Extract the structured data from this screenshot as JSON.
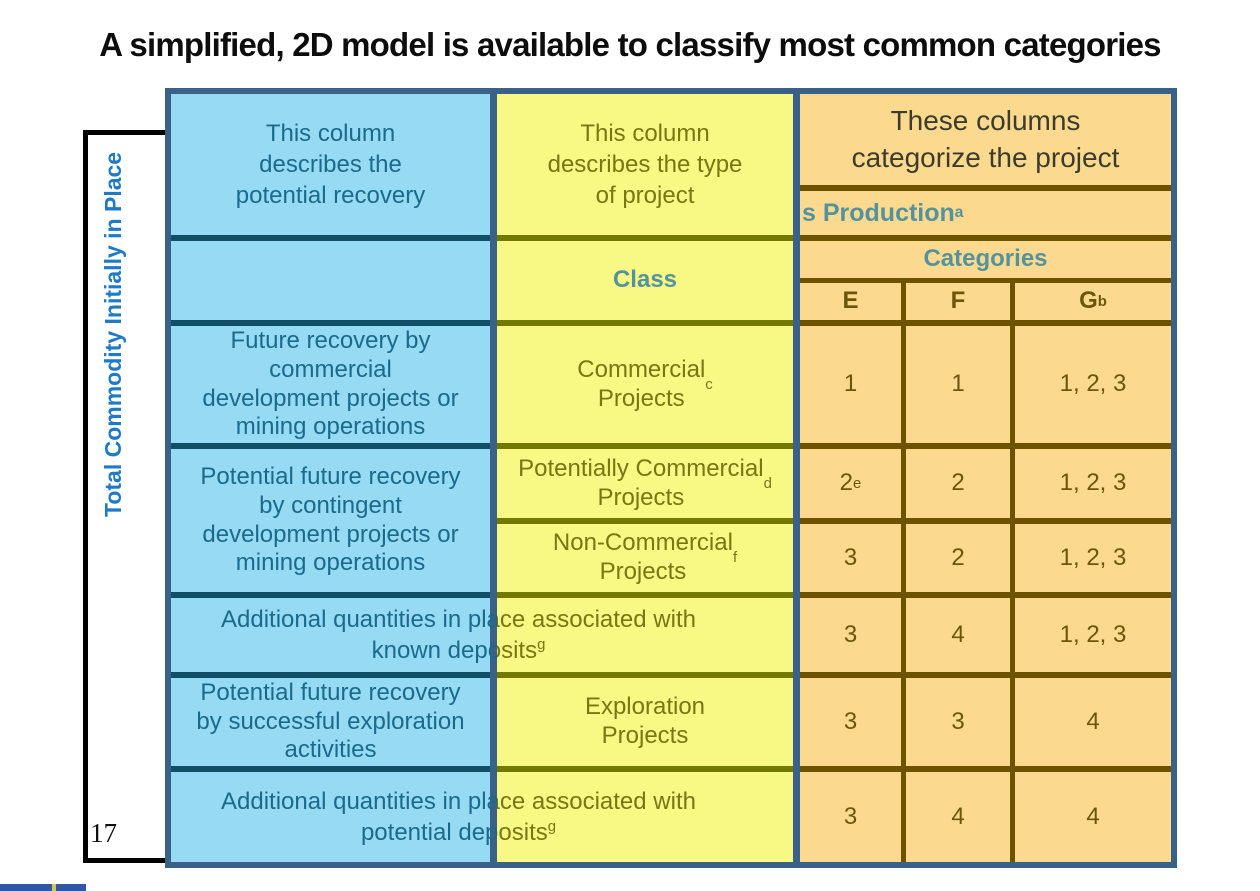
{
  "slide": {
    "title": "A simplified, 2D model is available to classify most common categories",
    "page_number": "17"
  },
  "left_axis": {
    "label": "Total Commodity Initially in Place"
  },
  "table": {
    "column_headers": {
      "recovery": "This column\ndescribes the\npotential recovery",
      "project_type": "This column\ndescribes the type\nof project",
      "categorize": "These columns\ncategorize the project"
    },
    "production_row": {
      "text": "s Production",
      "sup": "a"
    },
    "class_label": "Class",
    "categories_label": "Categories",
    "category_columns": [
      {
        "label": "E"
      },
      {
        "label": "F"
      },
      {
        "label": "G",
        "sup": "b"
      }
    ],
    "rows": [
      {
        "recovery": "Future recovery by\ncommercial\ndevelopment projects or\nmining operations",
        "class": {
          "text": "Commercial\nProjects",
          "sup": "c"
        },
        "e": {
          "text": "1"
        },
        "f": {
          "text": "1"
        },
        "g": {
          "text": "1, 2, 3"
        }
      },
      {
        "recovery": "Potential future recovery\nby contingent\ndevelopment projects or\nmining operations",
        "class": {
          "text": "Potentially Commercial\nProjects",
          "sup": "d"
        },
        "e": {
          "text": "2",
          "sup": "e"
        },
        "f": {
          "text": "2"
        },
        "g": {
          "text": "1, 2, 3"
        }
      },
      {
        "class": {
          "text": "Non-Commercial\nProjects",
          "sup": "f"
        },
        "e": {
          "text": "3"
        },
        "f": {
          "text": "2"
        },
        "g": {
          "text": "1, 2, 3"
        }
      },
      {
        "span": {
          "line1": "Additional quantities in place associated with",
          "line2": "known deposits",
          "sup": "g"
        },
        "e": {
          "text": "3"
        },
        "f": {
          "text": "4"
        },
        "g": {
          "text": "1, 2, 3"
        }
      },
      {
        "recovery": "Potential future recovery\nby successful exploration\nactivities",
        "class": {
          "text": "Exploration\nProjects"
        },
        "e": {
          "text": "3"
        },
        "f": {
          "text": "3"
        },
        "g": {
          "text": "4"
        }
      },
      {
        "span": {
          "line1": "Additional quantities in place associated with",
          "line2": "potential deposits",
          "sup": "g"
        },
        "e": {
          "text": "3"
        },
        "f": {
          "text": "4"
        },
        "g": {
          "text": "4"
        }
      }
    ]
  },
  "colors": {
    "title_color": "#0d0d0d",
    "blue_fill": "#97daf3",
    "yellow_fill": "#f8f985",
    "orange_fill": "#fbd98f",
    "frame": "#3a6288",
    "teal_border": "#114f68",
    "olive_border": "#727800",
    "brown_border": "#6d5300",
    "text_blue": "#1b6a8c",
    "text_yellow": "#787712",
    "text_brown": "#6b560c",
    "text_label": "#54939e",
    "text_header_orange": "#3c3c2c",
    "axis_blue": "#1e7ac8",
    "footer_blue": "#3156a8",
    "footer_yellow": "#d6c455"
  }
}
